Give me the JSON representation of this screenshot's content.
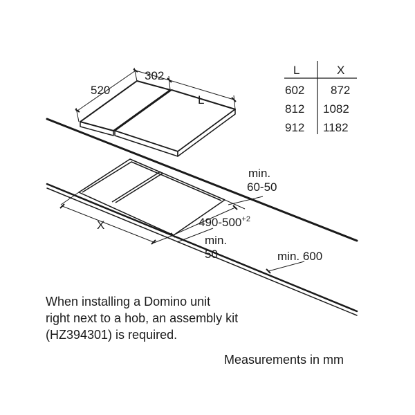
{
  "dimensions": {
    "hob_depth": "520",
    "domino_width": "302",
    "hob_width_label": "L",
    "cutout_width_label": "X",
    "cutout_depth": "490-500",
    "cutout_depth_tolerance": "+2",
    "min_front_label": "min.",
    "min_front_value": "50",
    "min_back_label": "min.",
    "min_back_value": "60-50",
    "min_side_label": "min. 600"
  },
  "size_table": {
    "headers": [
      "L",
      "X"
    ],
    "rows": [
      [
        "602",
        "872"
      ],
      [
        "812",
        "1082"
      ],
      [
        "912",
        "1182"
      ]
    ]
  },
  "note": {
    "line1": "When installing a Domino unit",
    "line2": "right next to a hob, an assembly kit",
    "line3": "(HZ394301) is required."
  },
  "units_note": "Measurements in mm"
}
